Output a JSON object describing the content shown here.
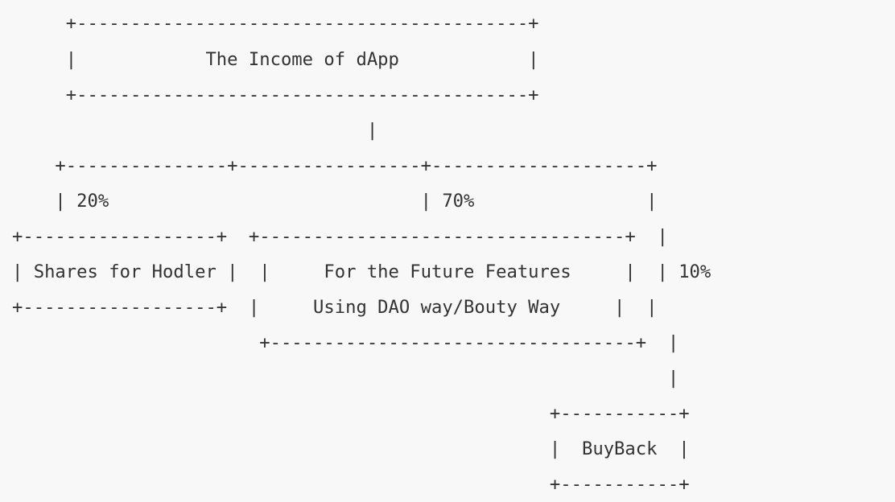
{
  "diagram": {
    "lines": [
      "     +------------------------------------------+",
      "     |            The Income of dApp            |",
      "     +------------------------------------------+",
      "                                 |",
      "    +---------------+-----------------+--------------------+",
      "    | 20%                             | 70%                |",
      "+------------------+  +----------------------------------+  |",
      "| Shares for Hodler |  |     For the Future Features     |  | 10%",
      "+------------------+  |     Using DAO way/Bouty Way     |  |",
      "                       +----------------------------------+  |",
      "                                                             |",
      "                                                  +-----------+",
      "                                                  |  BuyBack  |",
      "                                                  +-----------+"
    ],
    "nodes": {
      "root": "The Income of dApp",
      "hodler": "Shares for Hodler",
      "future_line1": "For the Future Features",
      "future_line2": "Using DAO way/Bouty Way",
      "buyback": "BuyBack"
    },
    "edges": {
      "hodler_pct": "20%",
      "future_pct": "70%",
      "buyback_pct": "10%"
    }
  }
}
